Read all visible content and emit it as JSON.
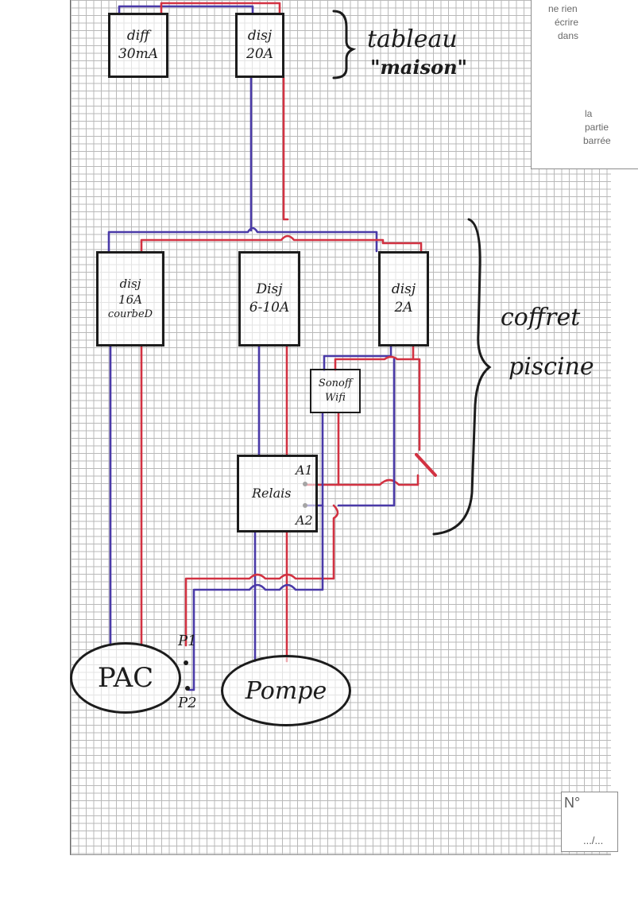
{
  "sheet": {
    "notice": {
      "line1": "ne rien",
      "line2": "écrire",
      "line3": "dans",
      "line4": "la",
      "line5": "partie",
      "line6": "barrée"
    },
    "page_number": {
      "label": "N°",
      "value": ".../..."
    }
  },
  "diagram": {
    "groups": {
      "tableau": {
        "line1": "tableau",
        "line2": "\"maison\""
      },
      "coffret": {
        "line1": "coffret",
        "line2": "piscine"
      }
    },
    "nodes": {
      "diff": {
        "line1": "diff",
        "line2": "30mA"
      },
      "disj_20": {
        "line1": "disj",
        "line2": "20A"
      },
      "disj_16": {
        "line1": "disj",
        "line2": "16A",
        "line3": "courbeD"
      },
      "disj_6_10": {
        "line1": "Disj",
        "line2": "6-10A"
      },
      "disj_2": {
        "line1": "disj",
        "line2": "2A"
      },
      "sonoff": {
        "line1": "Sonoff",
        "line2": "Wifi"
      },
      "relais": {
        "label": "Relais"
      },
      "pac": {
        "label": "PAC"
      },
      "pompe": {
        "label": "Pompe"
      }
    },
    "terminals": {
      "a1": "A1",
      "a2": "A2",
      "p1": "P1",
      "p2": "P2"
    },
    "wire_colors": {
      "phase": "#d23242",
      "neutral": "#4a3aa8"
    }
  }
}
